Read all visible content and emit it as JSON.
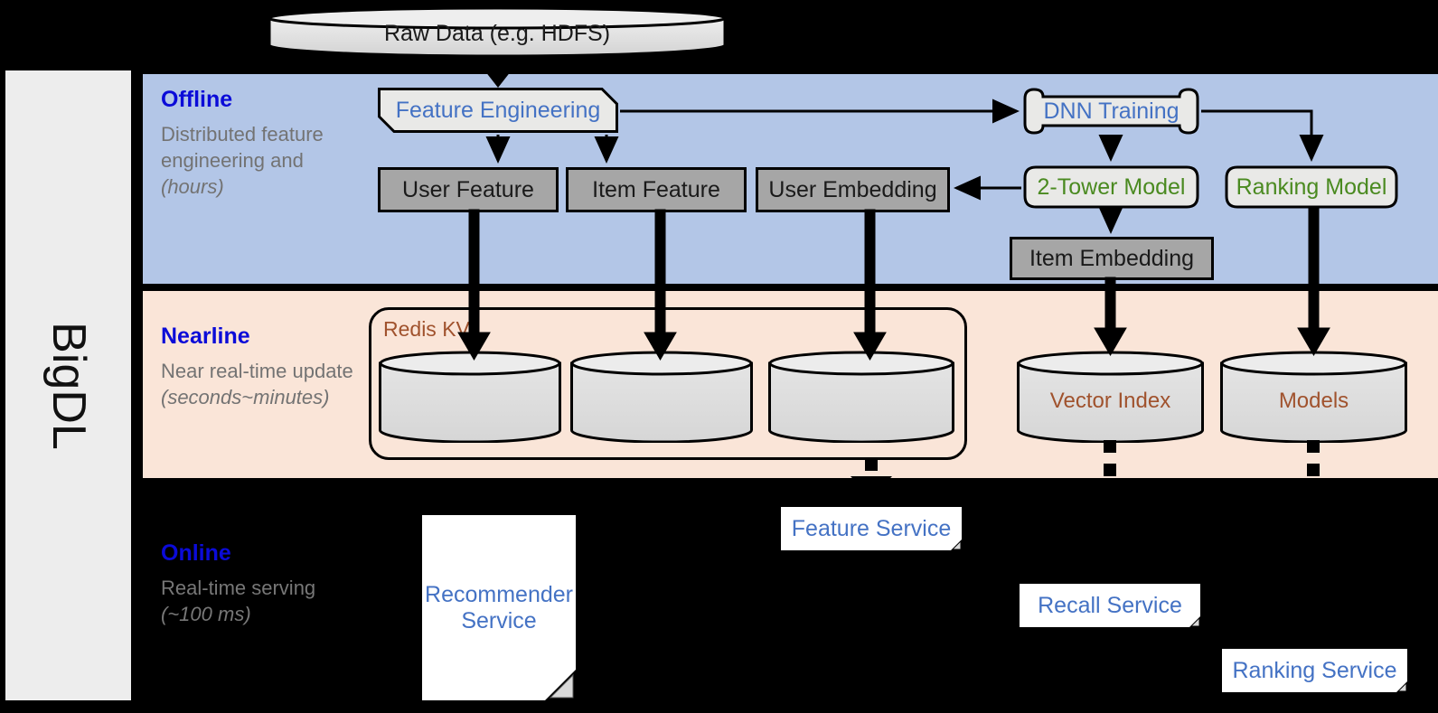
{
  "platform": {
    "name": "BigDL"
  },
  "source": {
    "label": "Raw Data (e.g. HDFS)"
  },
  "bands": {
    "offline": {
      "title": "Offline",
      "subtitle": "Distributed feature engineering and ",
      "emphasis": "(hours)"
    },
    "nearline": {
      "title": "Nearline",
      "subtitle": "Near real-time update ",
      "emphasis": "(seconds~minutes)"
    },
    "online": {
      "title": "Online",
      "subtitle": "Real-time serving ",
      "emphasis": "(~100 ms)"
    }
  },
  "offline": {
    "feature_engineering": "Feature Engineering",
    "dnn_training": "DNN Training",
    "user_feature": "User Feature",
    "item_feature": "Item Feature",
    "user_embedding": "User Embedding",
    "two_tower_model": "2-Tower Model",
    "ranking_model": "Ranking Model",
    "item_embedding": "Item Embedding"
  },
  "nearline": {
    "redis_kv": "Redis KV",
    "store_1": "",
    "store_2": "",
    "store_3": "",
    "vector_index": "Vector Index",
    "models": "Models"
  },
  "online": {
    "recommender_service": "Recommender Service",
    "feature_service": "Feature Service",
    "recall_service": "Recall Service",
    "ranking_service": "Ranking Service"
  },
  "colors": {
    "offline_band": "#b3c6e7",
    "nearline_band": "#fae5d8",
    "online_band": "#000000",
    "band_title": "#0b0bd8",
    "band_subtitle": "#737373",
    "blue_text": "#4472c4",
    "green_text": "#4a8a20",
    "brown_text": "#a0522d",
    "gray_node": "#a6a6a6",
    "light_node": "#e9e9e7",
    "sidebar": "#ededed"
  }
}
